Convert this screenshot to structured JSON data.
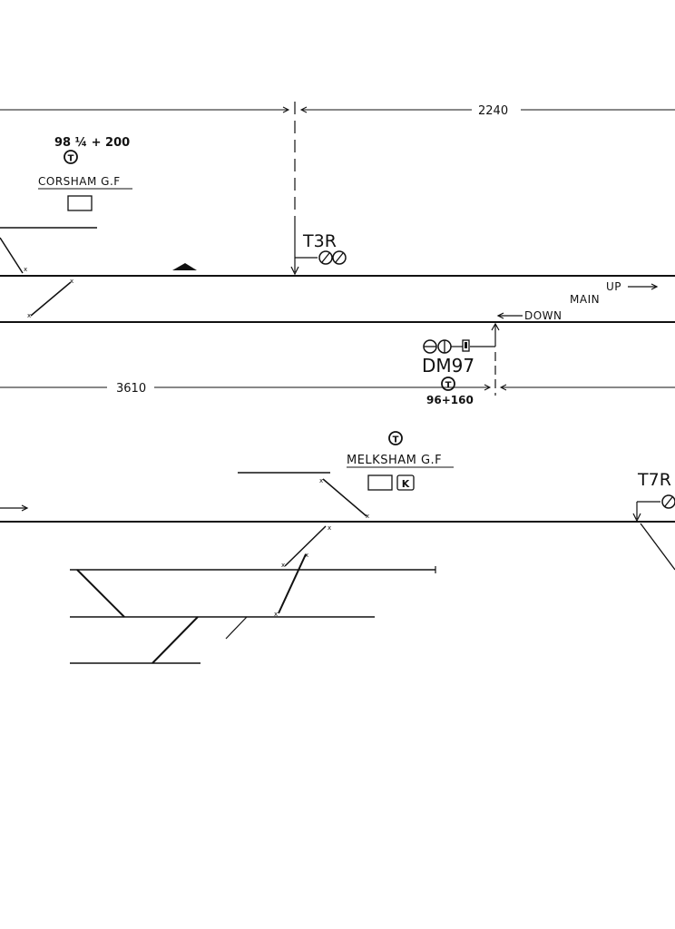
{
  "dimensions": {
    "upper_distance": "2240",
    "lower_distance": "3610"
  },
  "mileposts": {
    "corsham": "98 ¼ + 200",
    "dm97": "96+160"
  },
  "locations": {
    "corsham_ground_frame": "CORSHAM G.F",
    "melksham_ground_frame": "MELKSHAM G.F"
  },
  "signals": {
    "t3r": "T3R",
    "dm97": "DM97",
    "t7r": "T7R"
  },
  "lines": {
    "up_main_up": "UP",
    "up_main_main": "MAIN",
    "down": "DOWN"
  },
  "symbols": {
    "telephone": "T",
    "key": "K"
  },
  "colors": {
    "ink": "#111111",
    "paper": "#ffffff"
  }
}
